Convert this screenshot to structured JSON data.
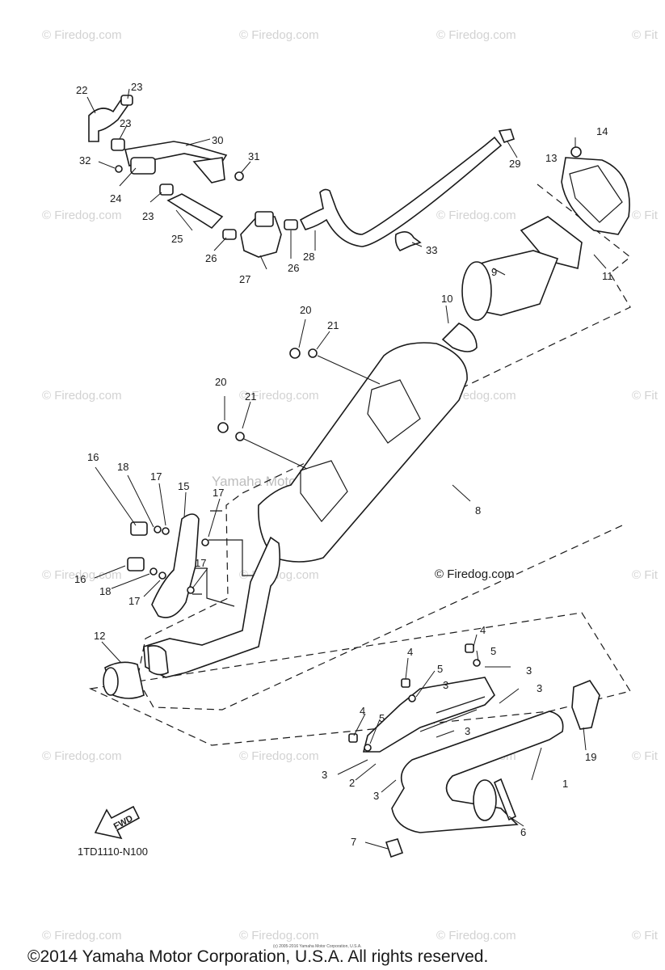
{
  "diagram": {
    "code": "1TD1110-N100",
    "fwd_label": "FWD",
    "credit": "© Firedog.com",
    "center_watermark": "Yamaha Motor Corp, U.S.A.",
    "watermark": "© Firedog.com",
    "watermark_edge": "© Fit",
    "tiny_text": "(c) 2005-2016 Yamaha Motor Corporation, U.S.A.",
    "copyright": "©2014 Yamaha Motor Corporation, U.S.A. All rights reserved.",
    "labels": [
      "22",
      "23",
      "23",
      "30",
      "14",
      "32",
      "31",
      "29",
      "13",
      "24",
      "23",
      "25",
      "26",
      "26",
      "27",
      "28",
      "33",
      "9",
      "11",
      "10",
      "20",
      "21",
      "20",
      "21",
      "16",
      "18",
      "17",
      "15",
      "17",
      "8",
      "16",
      "18",
      "17",
      "17",
      "12",
      "4",
      "5",
      "4",
      "3",
      "5",
      "3",
      "3",
      "4",
      "5",
      "3",
      "19",
      "3",
      "2",
      "1",
      "3",
      "7",
      "6"
    ]
  }
}
